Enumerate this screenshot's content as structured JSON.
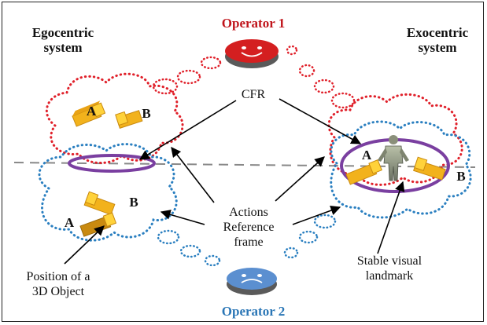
{
  "egocentric": {
    "line1": "Egocentric",
    "line2": "system"
  },
  "exocentric": {
    "line1": "Exocentric",
    "line2": "system"
  },
  "operator1": {
    "label": "Operator 1",
    "color": "#c0141b"
  },
  "operator2": {
    "label": "Operator 2",
    "color": "#2a76b6"
  },
  "cfr": "CFR",
  "actions": {
    "line1": "Actions",
    "line2": "Reference",
    "line3": "frame"
  },
  "position": {
    "line1": "Position of a",
    "line2": "3D Object"
  },
  "landmark": {
    "line1": "Stable visual",
    "line2": "landmark"
  },
  "objects": {
    "a": "A",
    "b": "B"
  },
  "colors": {
    "red_dots": "#e0202a",
    "blue_dots": "#2a7fc0",
    "ellipse": "#7a3fa0",
    "cube_body": "#f2b21c",
    "cube_face": "#ffd23a",
    "cube_dark": "#c98a10",
    "dashed_line": "#888888"
  },
  "icons": [
    "operator-face-icon",
    "human-figure-icon",
    "cube-icon"
  ]
}
